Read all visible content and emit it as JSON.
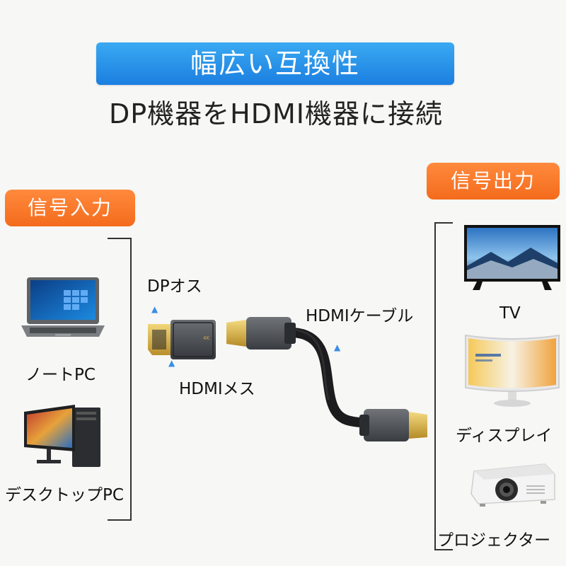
{
  "title": "幅広い互換性",
  "subtitle": "DP機器をHDMI機器に接続",
  "input": {
    "tag": "信号入力",
    "devices": [
      {
        "label": "ノートPC",
        "icon": "laptop-icon"
      },
      {
        "label": "デスクトップPC",
        "icon": "desktop-pc-icon"
      }
    ]
  },
  "output": {
    "tag": "信号出力",
    "devices": [
      {
        "label": "TV",
        "icon": "tv-icon"
      },
      {
        "label": "ディスプレイ",
        "icon": "monitor-icon"
      },
      {
        "label": "プロジェクター",
        "icon": "projector-icon"
      }
    ]
  },
  "adapter": {
    "dp_male_label": "DPオス",
    "hdmi_female_label": "HDMIメス",
    "cable_label": "HDMIケーブル",
    "badge": "4K"
  },
  "colors": {
    "title_banner": "#1b7fe0",
    "tag": "#f46b1c",
    "connector_body": "#4a4d52",
    "gold": "#d8b54a"
  }
}
